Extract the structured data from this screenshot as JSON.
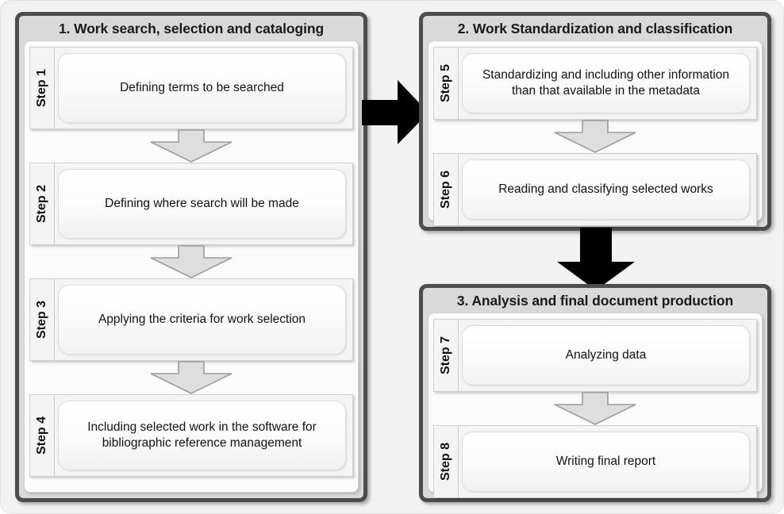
{
  "diagram": {
    "title_present": false,
    "colors": {
      "page_background": "#f2f2f2",
      "panel_border": "#4d4d4d",
      "panel_header_bg": "#d9d9d9",
      "panel_body_bg": "#fbfbfb",
      "step_row_bg": "#f4f4f4",
      "step_box_bg": "#fafafa",
      "connector_arrow_gray": "#d4d4d4",
      "connector_arrow_gray_border": "#9a9a9a",
      "connector_arrow_black": "#000000",
      "text": "#111111"
    }
  },
  "panels": [
    {
      "id": "panel-1",
      "title": "1. Work search, selection and cataloging",
      "steps": [
        {
          "label": "Step 1",
          "text": "Defining terms to be searched"
        },
        {
          "label": "Step 2",
          "text": "Defining where search will be made"
        },
        {
          "label": "Step 3",
          "text": "Applying the criteria for work selection"
        },
        {
          "label": "Step 4",
          "text": "Including selected work in the software for bibliographic reference management"
        }
      ]
    },
    {
      "id": "panel-2",
      "title": "2. Work Standardization and classification",
      "steps": [
        {
          "label": "Step 5",
          "text": "Standardizing and including other information than that available in the metadata"
        },
        {
          "label": "Step 6",
          "text": "Reading and classifying selected works"
        }
      ]
    },
    {
      "id": "panel-3",
      "title": "3. Analysis and final document production",
      "steps": [
        {
          "label": "Step 7",
          "text": "Analyzing data"
        },
        {
          "label": "Step 8",
          "text": "Writing final report"
        }
      ]
    }
  ],
  "connectors": {
    "panel1_to_panel2": {
      "direction": "right",
      "style": "solid-black"
    },
    "panel2_to_panel3": {
      "direction": "down",
      "style": "solid-black"
    },
    "within_panel": {
      "direction": "down",
      "style": "outlined-gray"
    }
  }
}
